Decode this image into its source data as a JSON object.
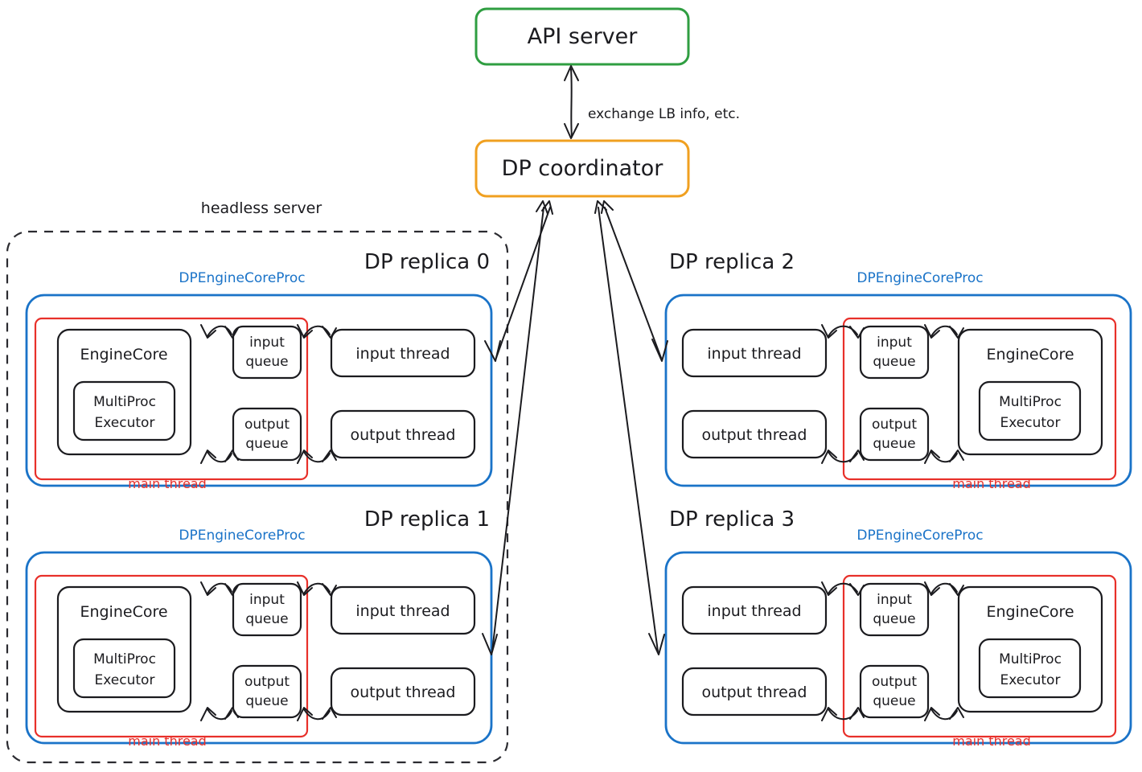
{
  "diagram": {
    "title_nodes": {
      "api_server": "API server",
      "dp_coordinator": "DP coordinator"
    },
    "edge_labels": {
      "coordinator_api": "exchange LB info, etc."
    },
    "headless_server_label": "headless server",
    "colors": {
      "api_server_border": "#2f9e41",
      "coordinator_border": "#f0a020",
      "proc_border": "#1a73c8",
      "main_thread_border": "#e8302a",
      "node_border": "#1b1b1f",
      "headless_border": "#2b2b30",
      "background": "#ffffff"
    },
    "node_labels": {
      "engine_core": "EngineCore",
      "multiproc_executor": "MultiProc\nExecutor",
      "multiproc_executor_line1": "MultiProc",
      "multiproc_executor_line2": "Executor",
      "input_queue_line1": "input",
      "input_queue_line2": "queue",
      "output_queue_line1": "output",
      "output_queue_line2": "queue",
      "input_thread": "input thread",
      "output_thread": "output thread",
      "proc_label": "DPEngineCoreProc",
      "main_thread_label": "main thread"
    },
    "replicas": [
      {
        "id": 0,
        "title": "DP replica 0",
        "orientation": "left",
        "inside_headless": true
      },
      {
        "id": 1,
        "title": "DP replica 1",
        "orientation": "left",
        "inside_headless": true
      },
      {
        "id": 2,
        "title": "DP replica 2",
        "orientation": "right",
        "inside_headless": false
      },
      {
        "id": 3,
        "title": "DP replica 3",
        "orientation": "right",
        "inside_headless": false
      }
    ]
  }
}
